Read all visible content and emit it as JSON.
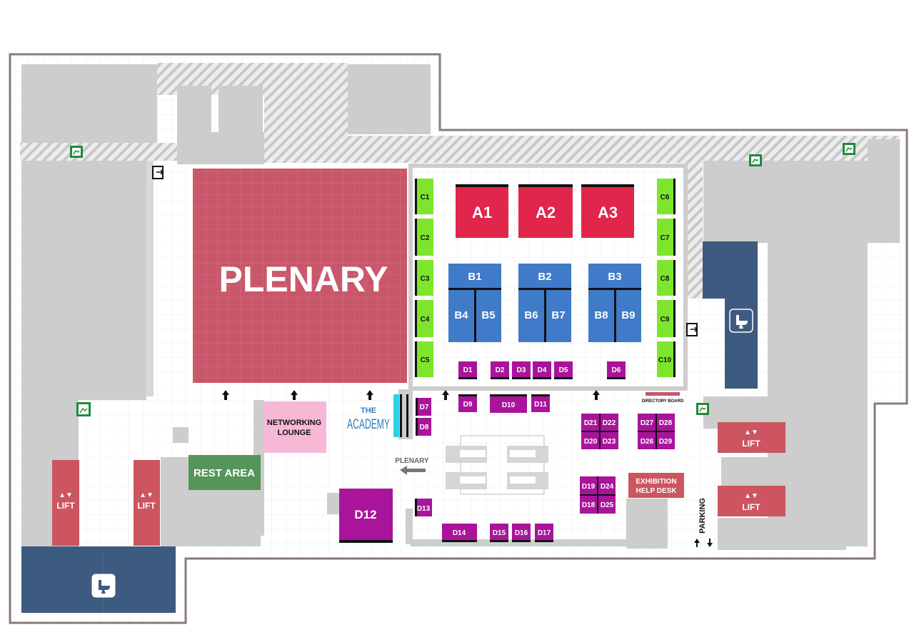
{
  "map": {
    "plenary_label": "PLENARY",
    "plenary_direction_label": "PLENARY",
    "networking_lounge": [
      "NETWORKING",
      "LOUNGE"
    ],
    "rest_area": "REST AREA",
    "academy": {
      "logo_text": "THE",
      "label": "ACADEMY"
    },
    "directory_board": "DIRECTORY BOARD",
    "help_desk": [
      "EXHIBITION",
      "HELP DESK"
    ],
    "parking": "PARKING",
    "lift_label": "LIFT",
    "lift_arrows": "▲▼",
    "colors": {
      "plenary": "#c9576a",
      "booth_a": "#e0264a",
      "booth_b": "#3f7bc8",
      "booth_c": "#7ee52d",
      "booth_d": "#a9149b",
      "lift": "#cc5560",
      "toilet": "#3d5a80",
      "networking": "#f7b8d6",
      "rest_area": "#55945a",
      "help_desk": "#cc5560",
      "wall_gray": "#cdcdcd",
      "exit_green": "#1f8a3a",
      "academy_blue": "#2e7dc0"
    }
  },
  "booths": {
    "a": [
      "A1",
      "A2",
      "A3"
    ],
    "b_top": [
      "B1",
      "B2",
      "B3"
    ],
    "b_bottom": [
      "B4",
      "B5",
      "B6",
      "B7",
      "B8",
      "B9"
    ],
    "c": [
      "C1",
      "C2",
      "C3",
      "C4",
      "C5",
      "C6",
      "C7",
      "C8",
      "C9",
      "C10"
    ],
    "d": [
      "D1",
      "D2",
      "D3",
      "D4",
      "D5",
      "D6",
      "D7",
      "D8",
      "D9",
      "D10",
      "D11",
      "D12",
      "D13",
      "D14",
      "D15",
      "D16",
      "D17",
      "D18",
      "D19",
      "D20",
      "D21",
      "D22",
      "D23",
      "D24",
      "D25",
      "D26",
      "D27",
      "D28",
      "D29"
    ]
  },
  "icons": {
    "toilet": "toilet-icon",
    "exit": "emergency-exit-icon",
    "door": "exit-door-icon",
    "arrow": "arrow-up-icon"
  }
}
